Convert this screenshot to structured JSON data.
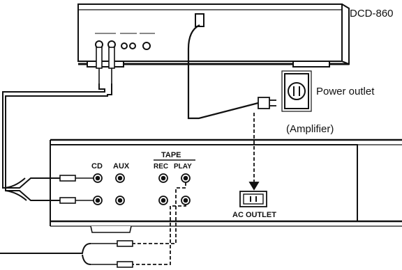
{
  "labels": {
    "model": "DCD-860",
    "power_outlet": "Power outlet",
    "amplifier": "(Amplifier)",
    "tape": "TAPE",
    "cd": "CD",
    "aux": "AUX",
    "rec": "REC",
    "play": "PLAY",
    "ac_outlet": "AC OUTLET"
  }
}
